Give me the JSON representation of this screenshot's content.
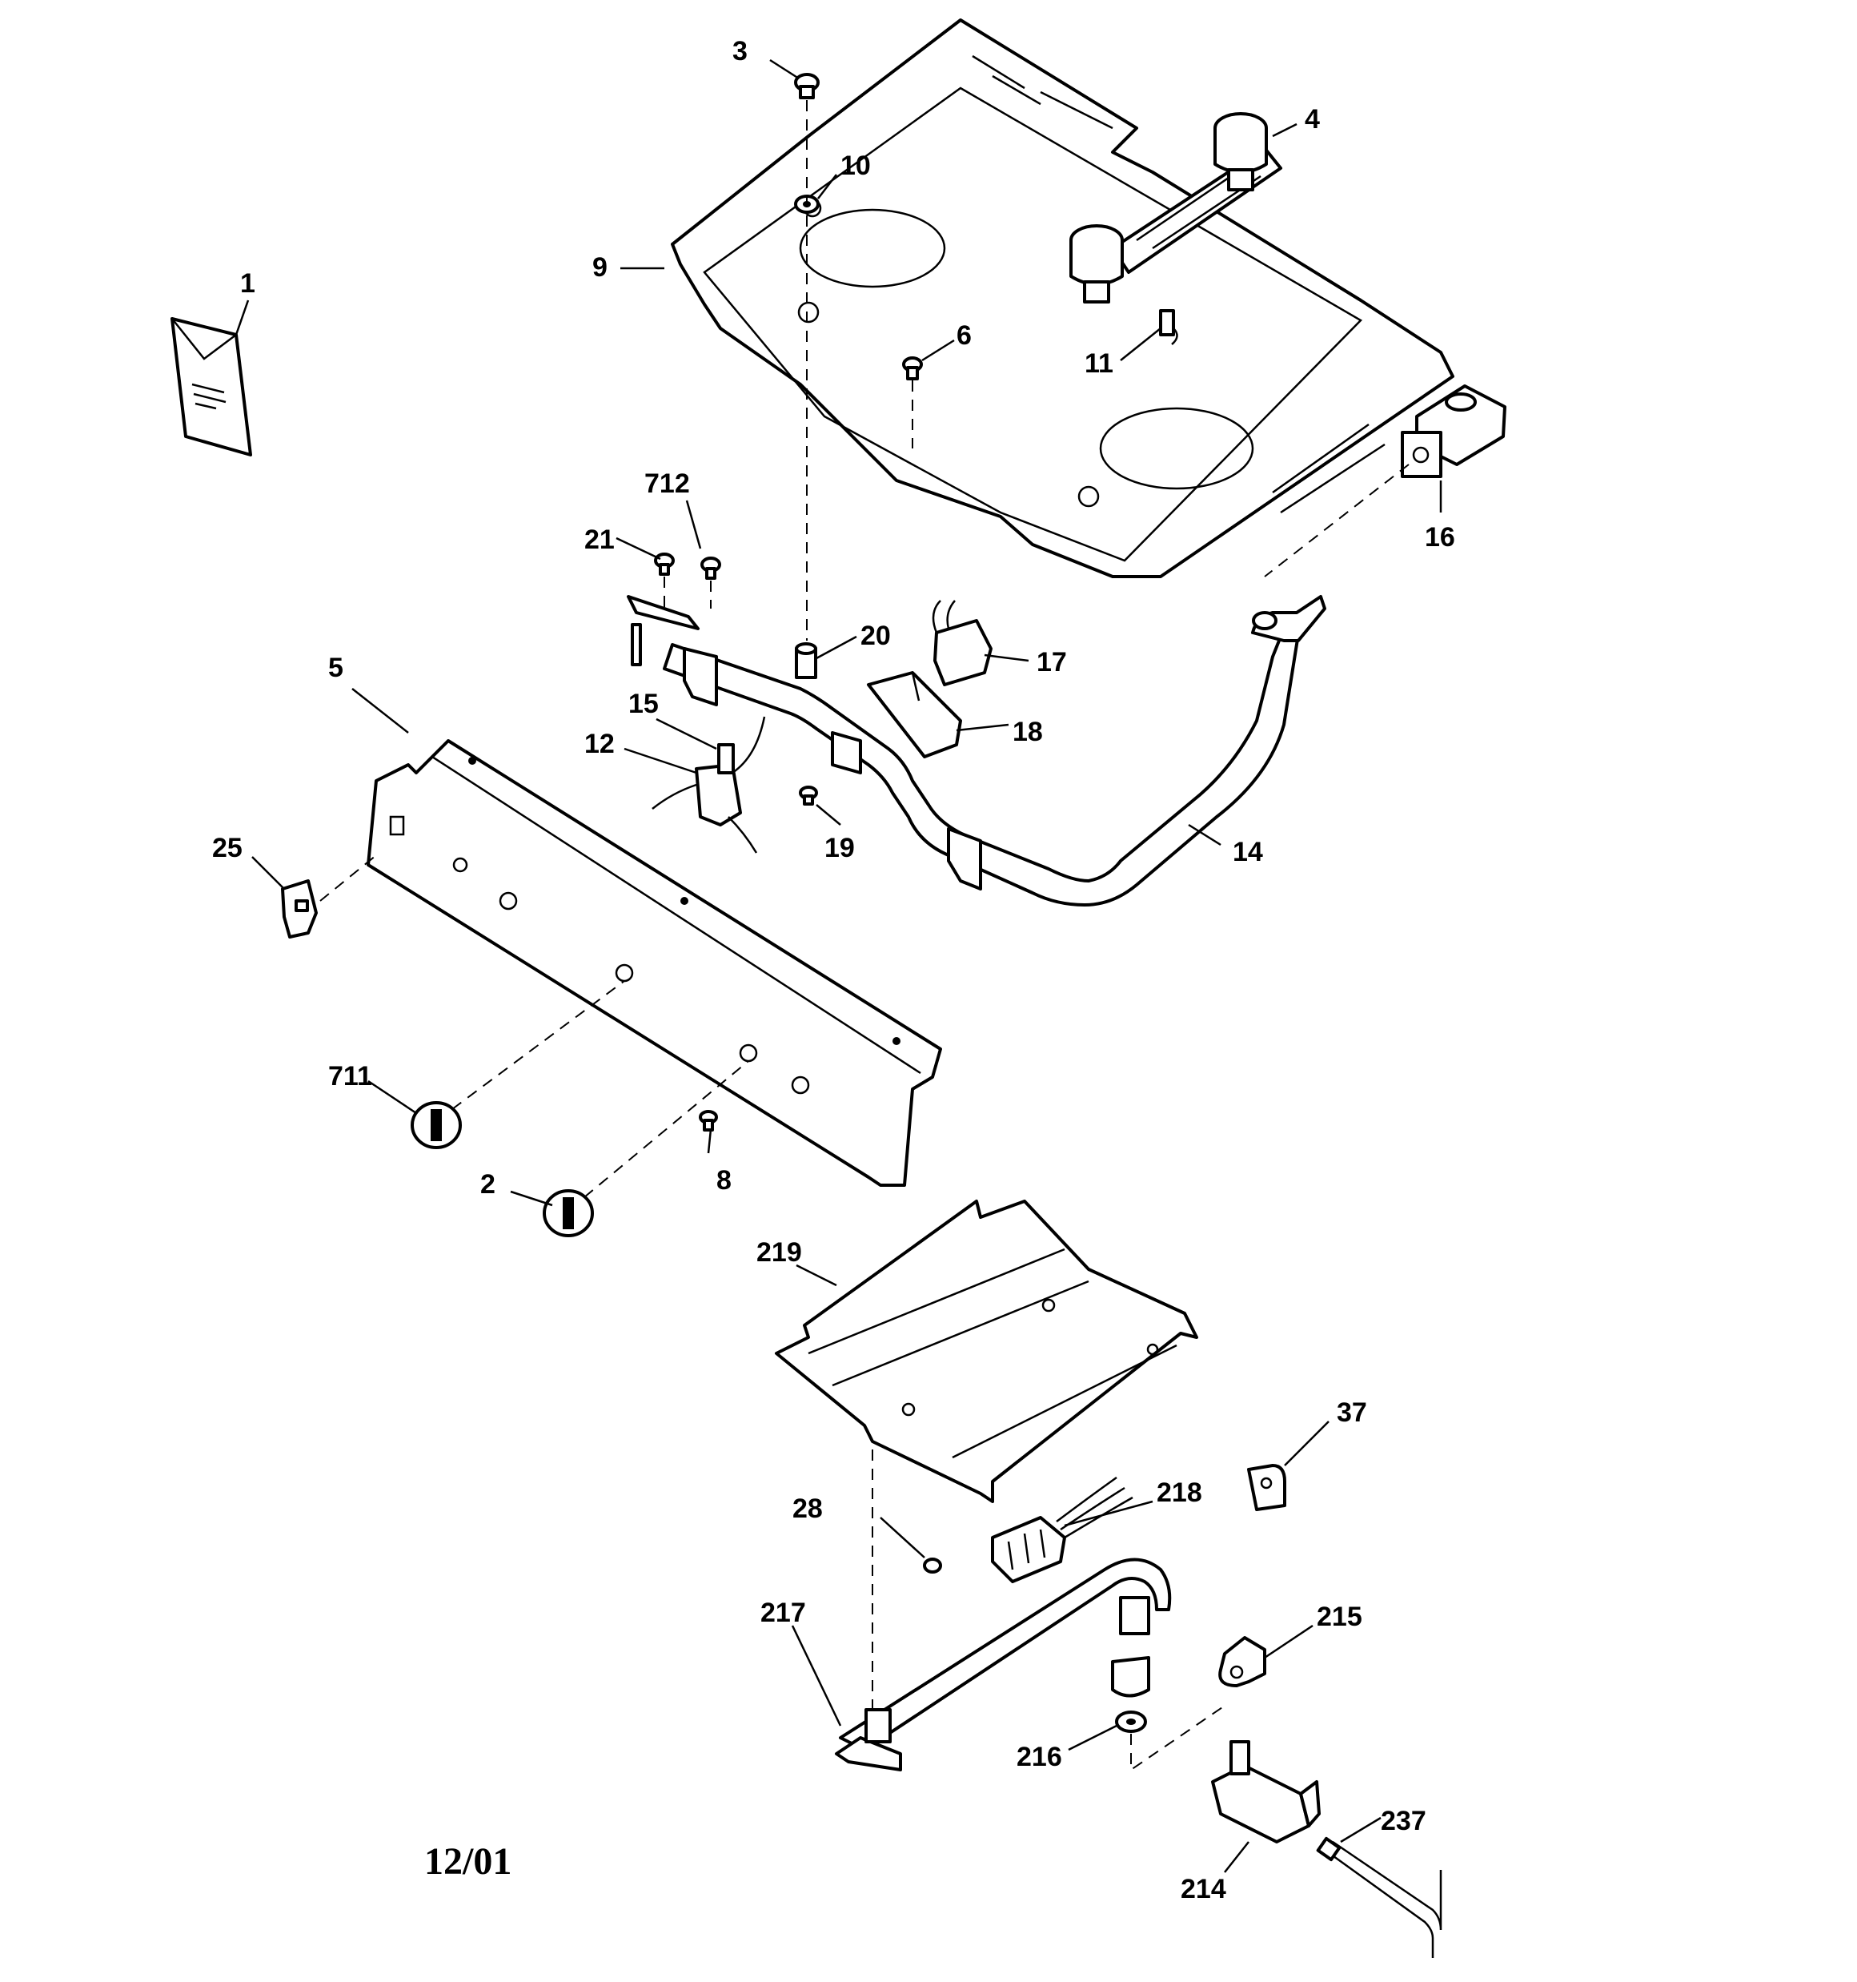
{
  "diagram": {
    "date_code": "12/01",
    "callouts": [
      "1",
      "2",
      "3",
      "4",
      "5",
      "6",
      "8",
      "9",
      "10",
      "11",
      "12",
      "14",
      "15",
      "16",
      "17",
      "18",
      "19",
      "20",
      "21",
      "25",
      "28",
      "37",
      "214",
      "215",
      "216",
      "217",
      "218",
      "219",
      "237",
      "711",
      "712"
    ]
  }
}
